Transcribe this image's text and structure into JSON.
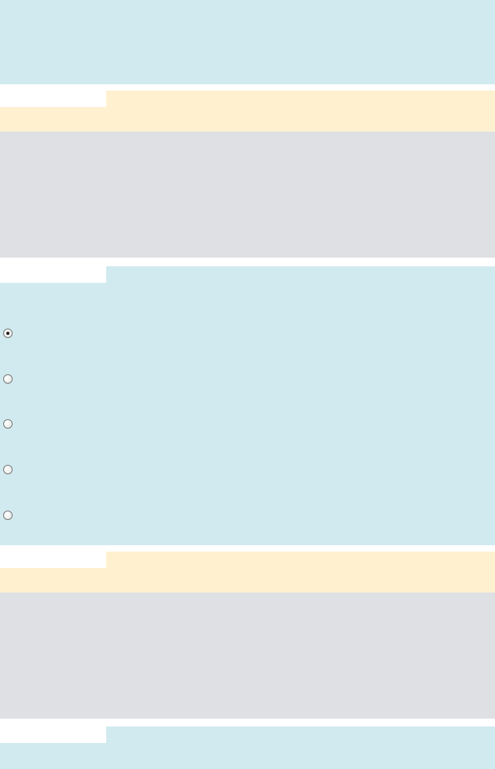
{
  "colors": {
    "info": "#d1eaf0",
    "warning": "#fff1cf",
    "neutral": "#dee0e4",
    "tab_blank": "#ffffff"
  },
  "sections": [
    {
      "id": "top-info-panel",
      "kind": "info"
    },
    {
      "id": "warning-bar-1",
      "kind": "warning"
    },
    {
      "id": "neutral-panel-1",
      "kind": "neutral"
    },
    {
      "id": "radio-panel",
      "kind": "info"
    },
    {
      "id": "warning-bar-2",
      "kind": "warning"
    },
    {
      "id": "neutral-panel-2",
      "kind": "neutral"
    },
    {
      "id": "bottom-info-panel",
      "kind": "info"
    }
  ],
  "radio_group": {
    "selected_index": 0,
    "options": [
      {
        "label": "",
        "checked": true
      },
      {
        "label": "",
        "checked": false
      },
      {
        "label": "",
        "checked": false
      },
      {
        "label": "",
        "checked": false
      },
      {
        "label": "",
        "checked": false
      }
    ]
  }
}
